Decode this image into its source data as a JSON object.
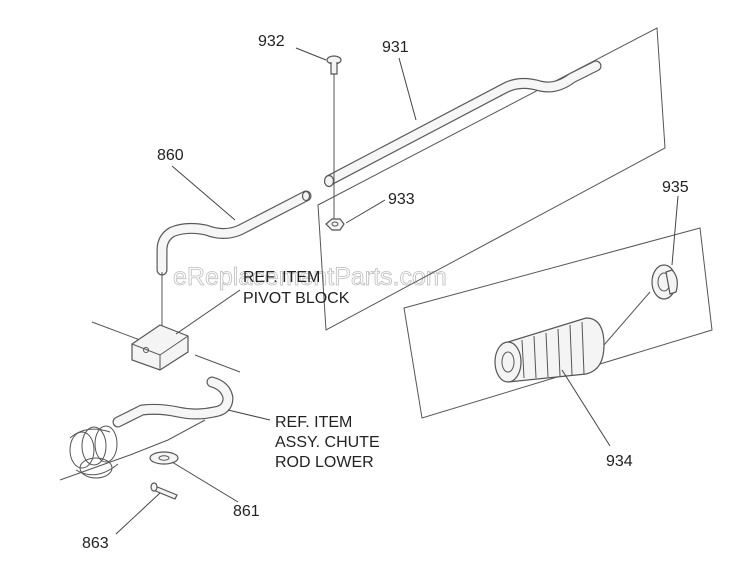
{
  "watermark": "eReplacementParts.com",
  "callouts": {
    "p932": "932",
    "p931": "931",
    "p860": "860",
    "p933": "933",
    "p935": "935",
    "p934": "934",
    "p861": "861",
    "p863": "863"
  },
  "ref_pivot": {
    "line1": "REF. ITEM",
    "line2": "PIVOT BLOCK"
  },
  "ref_chute": {
    "line1": "REF. ITEM",
    "line2": "ASSY. CHUTE",
    "line3": "ROD LOWER"
  }
}
